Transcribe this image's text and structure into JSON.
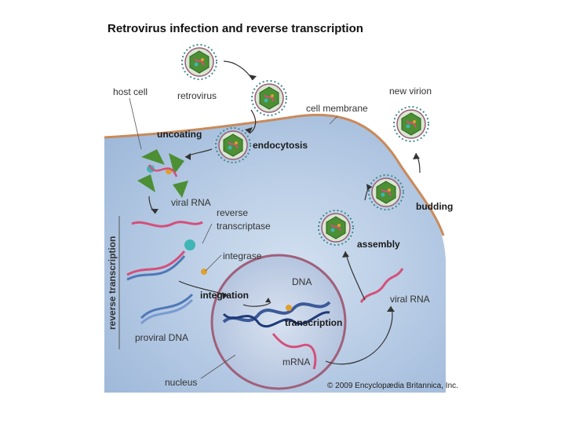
{
  "diagram": {
    "title": "Retrovirus infection and reverse transcription",
    "labels": {
      "host_cell": "host cell",
      "retrovirus": "retrovirus",
      "new_virion": "new virion",
      "cell_membrane": "cell membrane",
      "uncoating": "uncoating",
      "endocytosis": "endocytosis",
      "viral_rna_top": "viral RNA",
      "reverse_transcriptase_1": "reverse",
      "reverse_transcriptase_2": "transcriptase",
      "integrase": "integrase",
      "budding": "budding",
      "assembly": "assembly",
      "dna": "DNA",
      "integration": "integration",
      "transcription": "transcription",
      "viral_rna_right": "viral RNA",
      "proviral_dna": "proviral DNA",
      "mrna": "mRNA",
      "nucleus": "nucleus",
      "side_label": "reverse transcription"
    },
    "credit": "© 2009 Encyclopædia Britannica, Inc.",
    "colors": {
      "cytoplasm": "#b9cde6",
      "membrane": "#c98a5a",
      "nucleus_fill": "#c7d3e6",
      "nucleus_rim": "#a0607a",
      "virus_green": "#4c8f34",
      "virus_spike": "#3f8a8a",
      "rna": "#d4507a",
      "dna": "#5078b8"
    }
  }
}
